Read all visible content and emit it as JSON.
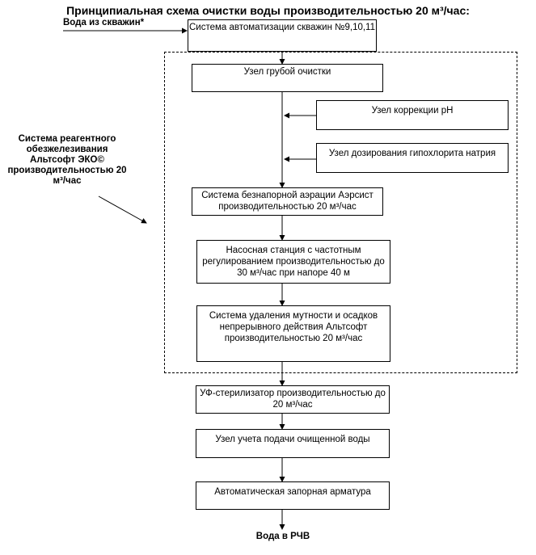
{
  "title": "Принципиальная схема очистки воды производительностью 20 м³/час:",
  "input_label": "Вода из скважин*",
  "output_label": "Вода в РЧВ",
  "side_label": "Система реагентного обезжелезивания Альтсофт ЭКО© производительностью 20 м³/час",
  "boxes": {
    "automation": "Система автоматизации скважин №9,10,11",
    "coarse": "Узел грубой очистки",
    "ph": "Узел коррекции pH",
    "hypochlorite": "Узел дозирования гипохлорита натрия",
    "aeration": "Система безнапорной аэрации Аэрсист производительностью 20 м³/час",
    "pump": "Насосная станция  с частотным регулированием производительностью до 30 м³/час при напоре 40 м",
    "turbidity": "Система удаления мутности и осадков непрерывного действия Альтсофт производительностью 20 м³/час",
    "uv": "УФ-стерилизатор производительностью до 20 м³/час",
    "metering": "Узел учета подачи очищенной воды",
    "valves": "Автоматическая запорная арматура"
  }
}
